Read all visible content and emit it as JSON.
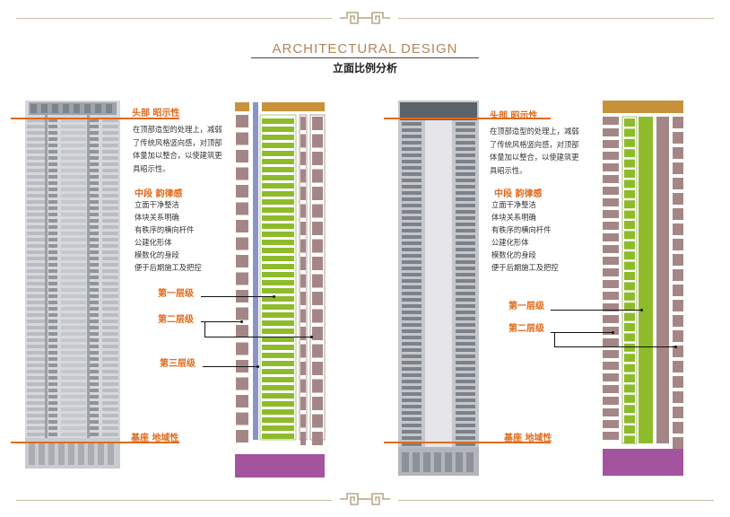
{
  "header": {
    "title_en": "ARCHITECTURAL  DESIGN",
    "title_cn": "立面比例分析"
  },
  "panels": [
    {
      "head_label": "头部 昭示性",
      "head_text": "在顶部造型的处理上，减弱\n了传统风格竖向感，对顶部\n体量加以整合，以使建筑更\n具昭示性。",
      "mid_label": "中段 韵律感",
      "mid_items": [
        "立面干净整洁",
        "体块关系明确",
        "有秩序的横向杆件",
        "公建化形体",
        "模数化的身段",
        "便于后期施工及把控"
      ],
      "levels": [
        "第一层级",
        "第二层级",
        "第三层级"
      ],
      "base_label": "基座 地域性"
    },
    {
      "head_label": "头部 昭示性",
      "head_text": "在顶部造型的处理上，减弱\n了传统风格竖向感，对顶部\n体量加以整合，以使建筑更\n具昭示性。",
      "mid_label": "中段 韵律感",
      "mid_items": [
        "立面干净整洁",
        "体块关系明确",
        "有秩序的横向杆件",
        "公建化形体",
        "模数化的身段",
        "便于后期施工及把控"
      ],
      "levels": [
        "第一层级",
        "第二层级"
      ],
      "base_label": "基座 地域性"
    }
  ],
  "colors": {
    "accent_orange": "#e06b1b",
    "ochre": "#c8923a",
    "green": "#8dbb2a",
    "mauve": "#a58686",
    "purple": "#a4539f",
    "blue_strip": "#8a94c8",
    "frame": "#cbbfa6"
  }
}
